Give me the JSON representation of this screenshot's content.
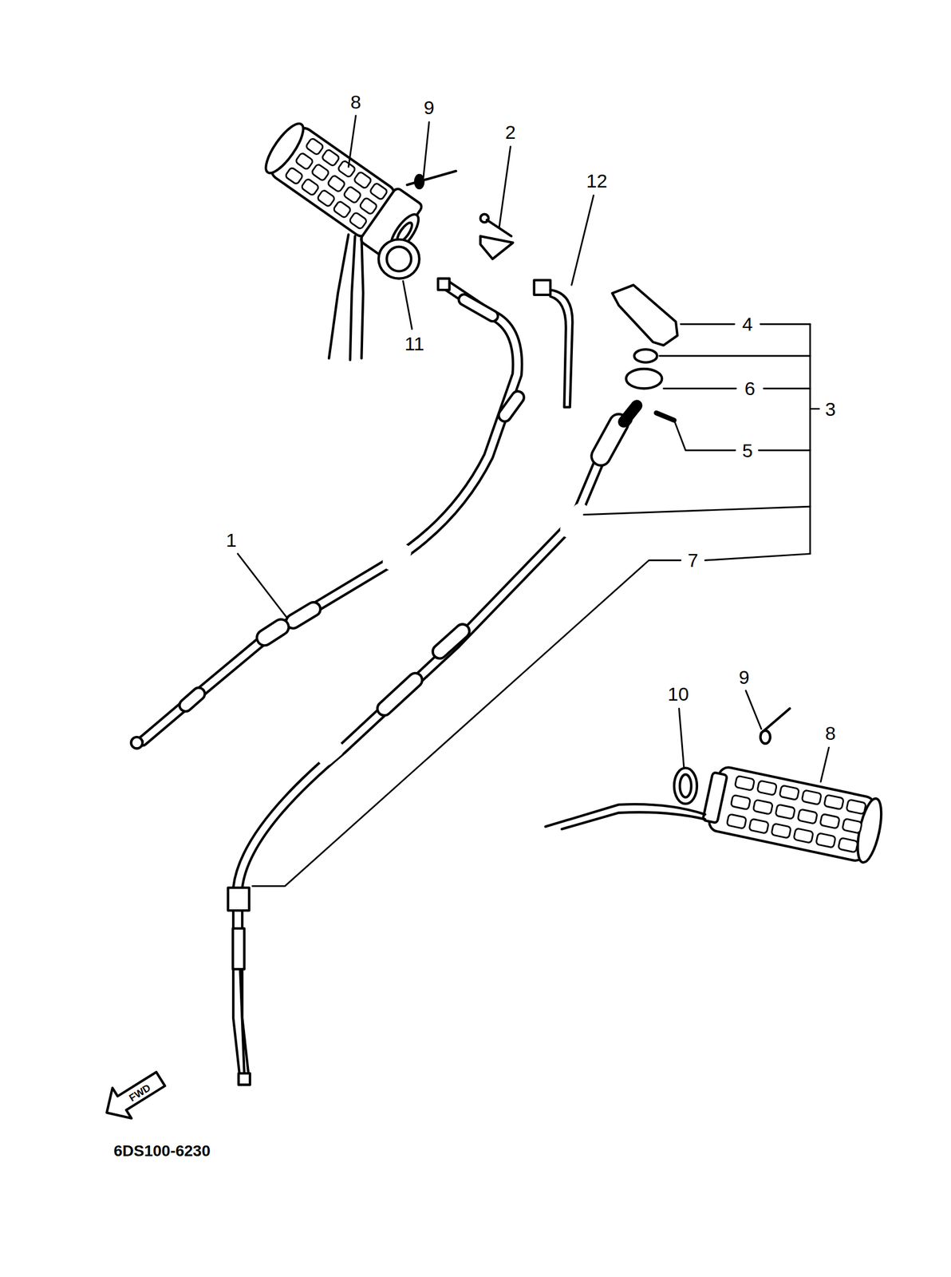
{
  "diagram": {
    "labels": [
      "8",
      "9",
      "2",
      "12",
      "11",
      "4",
      "6",
      "3",
      "5",
      "1",
      "7",
      "10",
      "9",
      "8",
      "FWD",
      "6DS100-6230"
    ]
  }
}
